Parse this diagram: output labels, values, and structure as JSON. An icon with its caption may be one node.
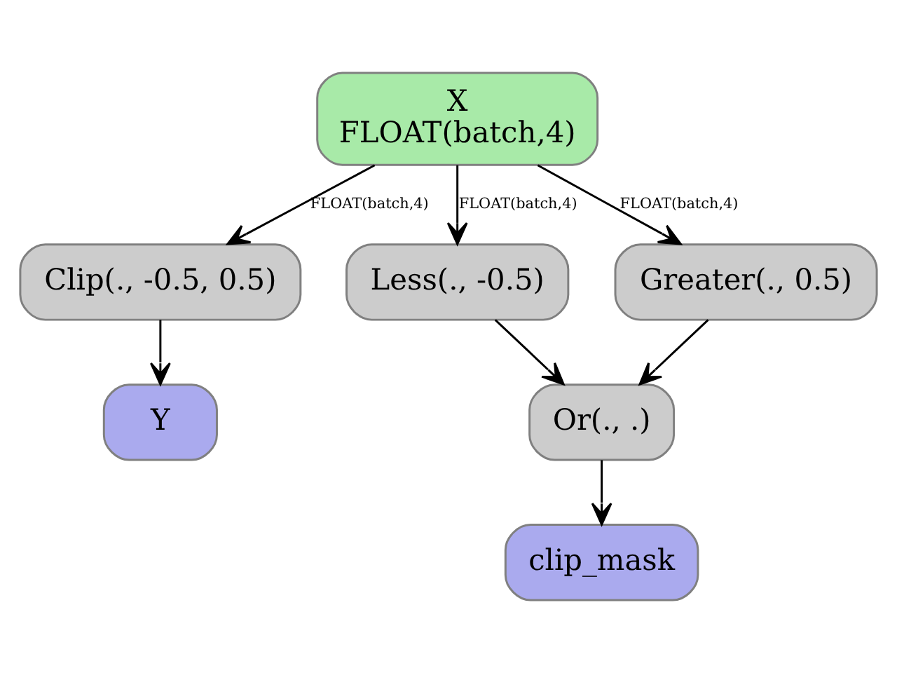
{
  "diagram": {
    "nodes": [
      {
        "text": [
          "X",
          "FLOAT(batch,4)"
        ]
      },
      {
        "text": [
          "Clip(., -0.5, 0.5)"
        ]
      },
      {
        "text": [
          "Less(., -0.5)"
        ]
      },
      {
        "text": [
          "Greater(., 0.5)"
        ]
      },
      {
        "text": [
          "Y"
        ]
      },
      {
        "text": [
          "Or(., .)"
        ]
      },
      {
        "text": [
          "clip_mask"
        ]
      }
    ],
    "edges": [
      {
        "from": 0,
        "to": 1,
        "arrow": "to",
        "label": "FLOAT(batch,4)"
      },
      {
        "from": 0,
        "to": 2,
        "arrow": "to",
        "label": "FLOAT(batch,4)"
      },
      {
        "from": 0,
        "to": 3,
        "arrow": "to",
        "label": "FLOAT(batch,4)"
      },
      {
        "from": 1,
        "to": 4,
        "arrow": "to"
      },
      {
        "from": 2,
        "to": 5,
        "arrow": "to"
      },
      {
        "from": 3,
        "to": 5,
        "arrow": "to"
      },
      {
        "from": 5,
        "to": 6,
        "arrow": "to"
      }
    ]
  }
}
